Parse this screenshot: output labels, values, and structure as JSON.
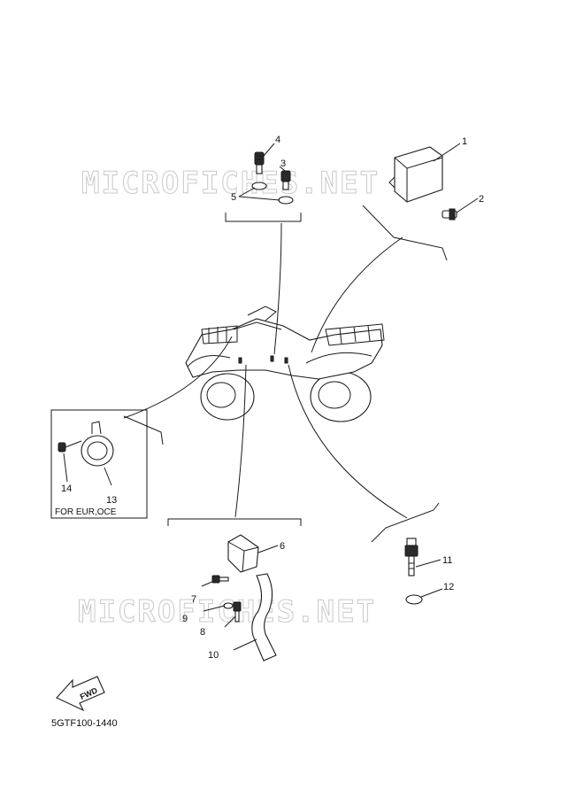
{
  "watermark": {
    "top": "MICROFICHES.NET",
    "bottom": "MICROFICHES.NET"
  },
  "callouts": [
    {
      "id": "1",
      "label": "1"
    },
    {
      "id": "2",
      "label": "2"
    },
    {
      "id": "3",
      "label": "3"
    },
    {
      "id": "4",
      "label": "4"
    },
    {
      "id": "5",
      "label": "5"
    },
    {
      "id": "6",
      "label": "6"
    },
    {
      "id": "7",
      "label": "7"
    },
    {
      "id": "8",
      "label": "8"
    },
    {
      "id": "9",
      "label": "9"
    },
    {
      "id": "10",
      "label": "10"
    },
    {
      "id": "11",
      "label": "11"
    },
    {
      "id": "12",
      "label": "12"
    },
    {
      "id": "13",
      "label": "13"
    },
    {
      "id": "14",
      "label": "14"
    }
  ],
  "inset": {
    "note": "FOR EUR,OCE"
  },
  "direction_arrow": {
    "label": "FWD"
  },
  "diagram_code": "5GTF100-1440"
}
